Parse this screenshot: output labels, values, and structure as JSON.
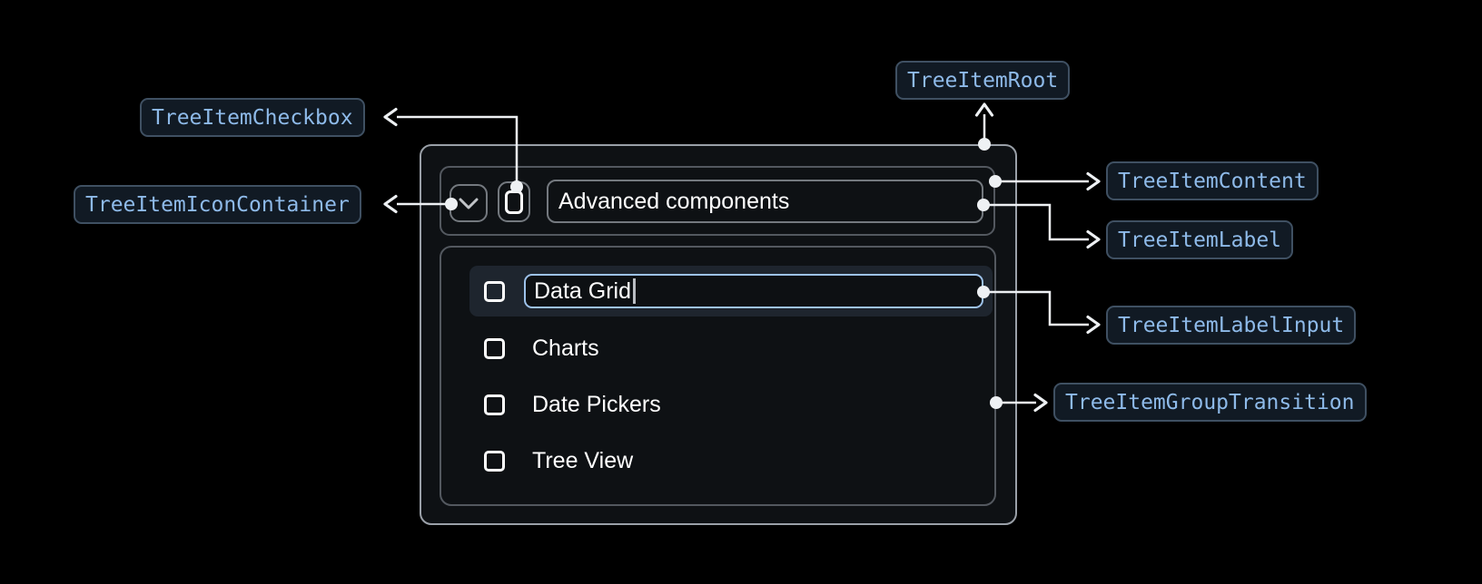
{
  "annotations": {
    "checkbox": "TreeItemCheckbox",
    "icon_container": "TreeItemIconContainer",
    "root": "TreeItemRoot",
    "content": "TreeItemContent",
    "label": "TreeItemLabel",
    "label_input": "TreeItemLabelInput",
    "group_transition": "TreeItemGroupTransition"
  },
  "tree": {
    "parent": {
      "label": "Advanced components",
      "expanded": true,
      "checkbox_checked": false
    },
    "children": [
      {
        "label": "Data Grid",
        "editing": true,
        "input_value": "Data Grid",
        "checkbox_checked": false,
        "selected": true
      },
      {
        "label": "Charts",
        "checkbox_checked": false,
        "selected": false
      },
      {
        "label": "Date Pickers",
        "checkbox_checked": false,
        "selected": false
      },
      {
        "label": "Tree View",
        "checkbox_checked": false,
        "selected": false
      }
    ]
  },
  "icons": {
    "expand": "chevron-down-icon",
    "checkbox": "unchecked-checkbox-icon"
  },
  "colors": {
    "page_background": "#000000",
    "panel_background": "#0e1114",
    "root_border": "#9aa0a8",
    "inner_border": "#53585f",
    "control_border": "#74797f",
    "selected_row_background": "#1e252e",
    "input_focus_border": "#9dc2ea",
    "badge_background": "#111a24",
    "badge_border": "#3f5062",
    "badge_text": "#8ebae9",
    "connector": "#eef1f4",
    "text": "#ffffff"
  }
}
